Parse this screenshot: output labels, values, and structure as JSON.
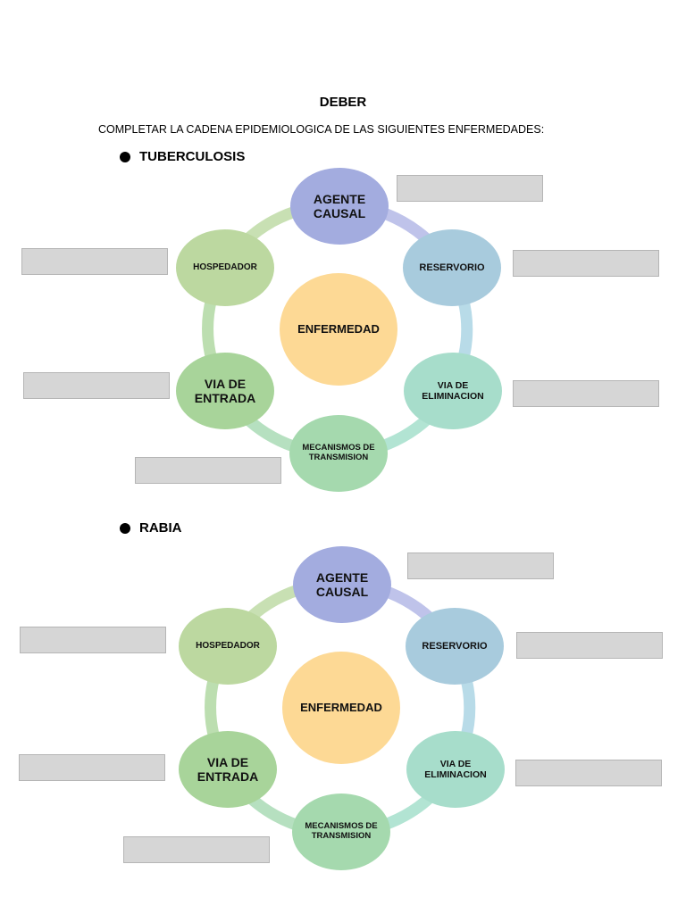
{
  "document": {
    "title": "DEBER",
    "instructions": "COMPLETAR LA CADENA EPIDEMIOLOGICA DE LAS SIGUIENTES ENFERMEDADES:"
  },
  "sections": [
    {
      "heading": "TUBERCULOSIS",
      "nodes": {
        "agent": "AGENTE CAUSAL",
        "reservoir": "RESERVORIO",
        "exit": "VIA DE ELIMINACION",
        "transmission": "MECANISMOS DE TRANSMISION",
        "entry": "VIA DE ENTRADA",
        "host": "HOSPEDADOR",
        "center": "ENFERMEDAD"
      },
      "answers": {
        "agent": "",
        "reservoir": "",
        "exit": "",
        "transmission": "",
        "entry": "",
        "host": ""
      }
    },
    {
      "heading": "RABIA",
      "nodes": {
        "agent": "AGENTE CAUSAL",
        "reservoir": "RESERVORIO",
        "exit": "VIA DE ELIMINACION",
        "transmission": "MECANISMOS DE TRANSMISION",
        "entry": "VIA DE ENTRADA",
        "host": "HOSPEDADOR",
        "center": "ENFERMEDAD"
      },
      "answers": {
        "agent": "",
        "reservoir": "",
        "exit": "",
        "transmission": "",
        "entry": "",
        "host": ""
      }
    }
  ],
  "colors": {
    "agent": "#a3acdf",
    "reservoir": "#a8cbdd",
    "exit": "#a7ddcb",
    "transmission": "#a5d9ae",
    "entry": "#a8d49a",
    "host": "#bcd8a0",
    "center": "#fdd995",
    "box": "#d6d6d6"
  }
}
